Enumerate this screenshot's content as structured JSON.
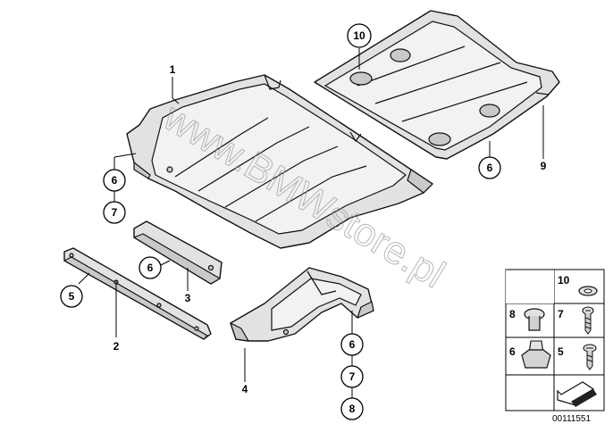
{
  "watermark": "www.BMWstore.pl",
  "callouts": [
    {
      "id": "c10",
      "label": "10"
    },
    {
      "id": "c6a",
      "label": "6"
    },
    {
      "id": "c7a",
      "label": "7"
    },
    {
      "id": "c6b",
      "label": "6"
    },
    {
      "id": "c5",
      "label": "5"
    },
    {
      "id": "c6c",
      "label": "6"
    },
    {
      "id": "c6d",
      "label": "6"
    },
    {
      "id": "c7b",
      "label": "7"
    },
    {
      "id": "c8",
      "label": "8"
    }
  ],
  "labels": {
    "part1": "1",
    "part2": "2",
    "part3": "3",
    "part4": "4",
    "part9": "9"
  },
  "legend": {
    "cells": [
      "10",
      "8",
      "7",
      "6",
      "5"
    ]
  },
  "doc_number": "00111551"
}
